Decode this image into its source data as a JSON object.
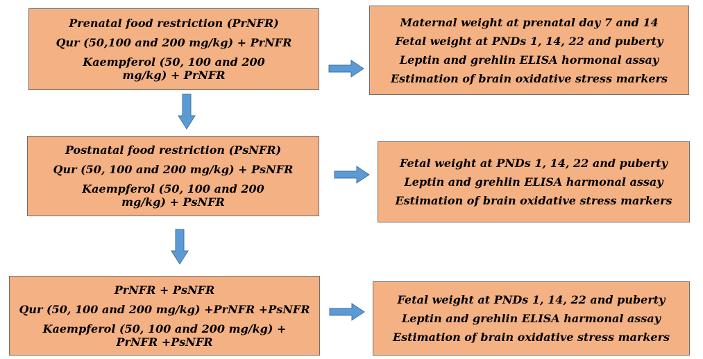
{
  "rows": [
    {
      "left": {
        "lines": [
          "Prenatal food restriction (PrNFR)",
          "Qur (50,100 and 200 mg/kg) + PrNFR",
          "Kaempferol (50, 100 and 200 mg/kg) + PrNFR"
        ]
      },
      "right": {
        "lines": [
          "Maternal weight at prenatal day 7 and 14",
          "Fetal weight at PNDs 1, 14, 22 and puberty",
          "Leptin and grehlin ELISA hormonal assay",
          "Estimation of brain oxidative stress markers"
        ]
      }
    },
    {
      "left": {
        "lines": [
          "Postnatal food restriction (PsNFR)",
          "Qur (50, 100 and 200 mg/kg) + PsNFR",
          "Kaempferol (50, 100 and 200 mg/kg) + PsNFR"
        ]
      },
      "right": {
        "lines": [
          "Fetal weight at PNDs 1, 14, 22 and puberty",
          "Leptin and grehlin ELISA harmonal assay",
          "Estimation of brain oxidative stress markers"
        ]
      }
    },
    {
      "left": {
        "lines": [
          "PrNFR + PsNFR",
          "Qur (50, 100 and 200 mg/kg) +PrNFR +PsNFR",
          "Kaempferol (50, 100 and 200 mg/kg) + PrNFR +PsNFR"
        ]
      },
      "right": {
        "lines": [
          "Fetal weight at PNDs 1, 14, 22 and puberty",
          "Leptin and grehlin ELISA harmonal assay",
          "Estimation of brain oxidative stress markers"
        ]
      }
    }
  ],
  "colors": {
    "box_fill": "#f4b183",
    "box_border": "#6e6e6e",
    "arrow_fill": "#5b9bd5",
    "arrow_stroke": "#41719c"
  },
  "icons": {
    "right_arrow": "arrow-right-icon",
    "down_arrow": "arrow-down-icon"
  }
}
